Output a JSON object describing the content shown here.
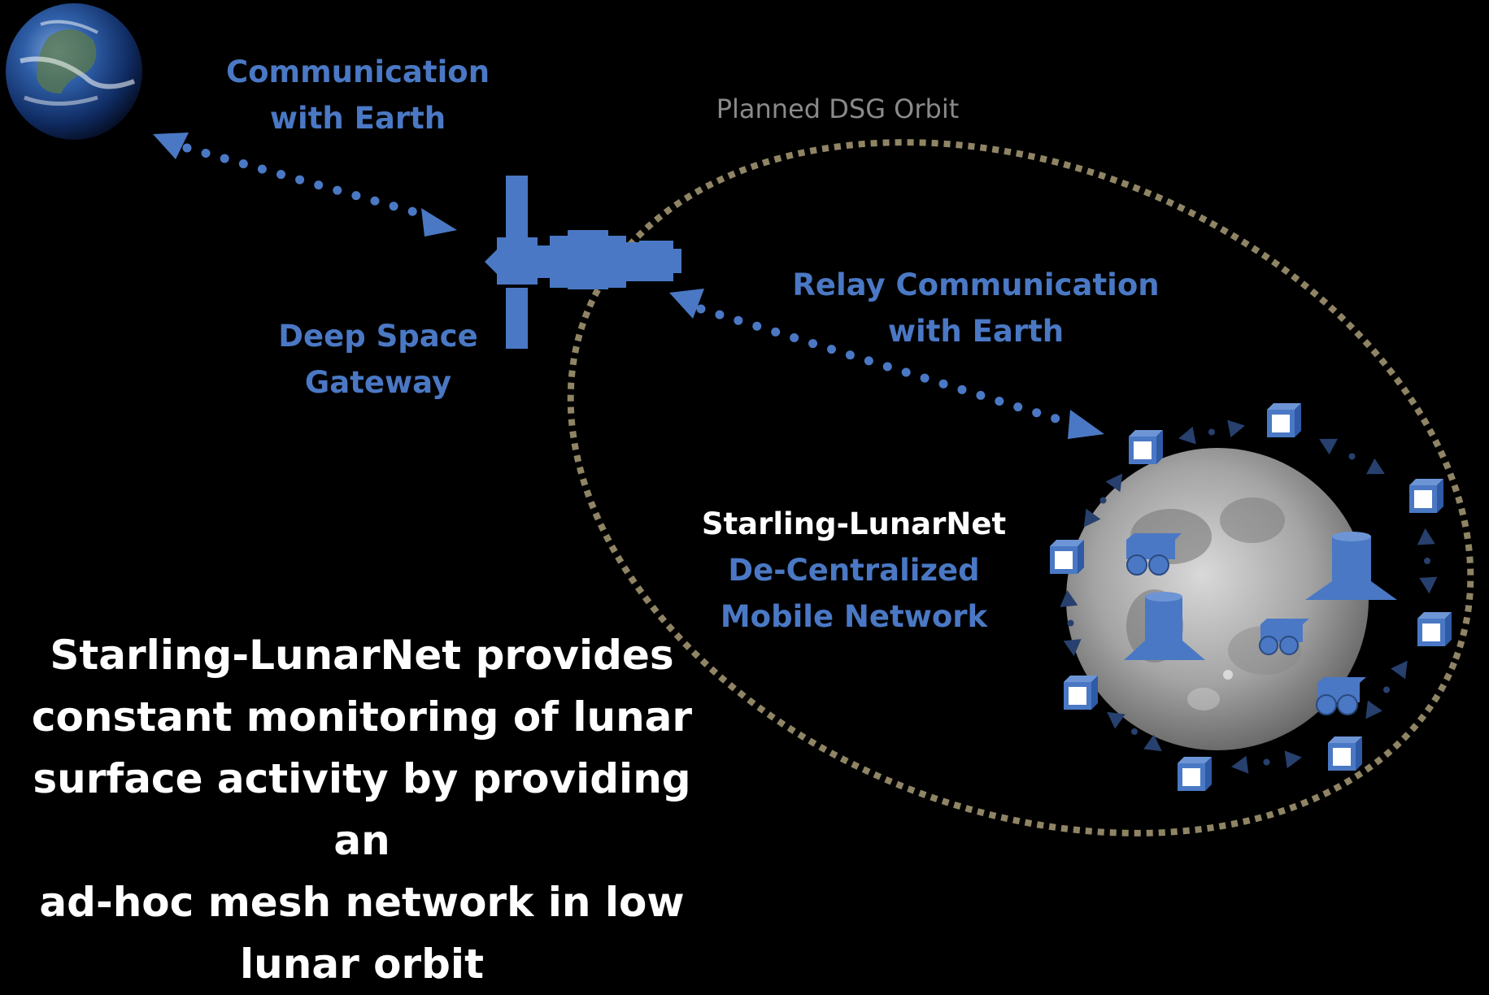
{
  "labels": {
    "comm_earth": [
      "Communication",
      "with Earth"
    ],
    "planned_orbit": "Planned DSG Orbit",
    "relay": [
      "Relay Communication",
      "with Earth"
    ],
    "gateway": [
      "Deep Space",
      "Gateway"
    ],
    "network": {
      "name": "Starling-LunarNet",
      "lines": [
        "De-Centralized",
        "Mobile Network"
      ]
    },
    "summary": [
      "Starling-LunarNet provides",
      "constant monitoring of lunar",
      "surface activity by providing an",
      "ad-hoc mesh network in low",
      "lunar orbit"
    ]
  },
  "colors": {
    "background": "#000000",
    "accent_blue": "#4a78c4",
    "orbit_dashes": "#8f8464",
    "gray_text": "#8a8a8a",
    "white_text": "#ffffff"
  },
  "icons": [
    "earth-icon",
    "moon-icon",
    "space-station-icon",
    "cubesat-icon",
    "rover-icon",
    "lander-icon"
  ]
}
